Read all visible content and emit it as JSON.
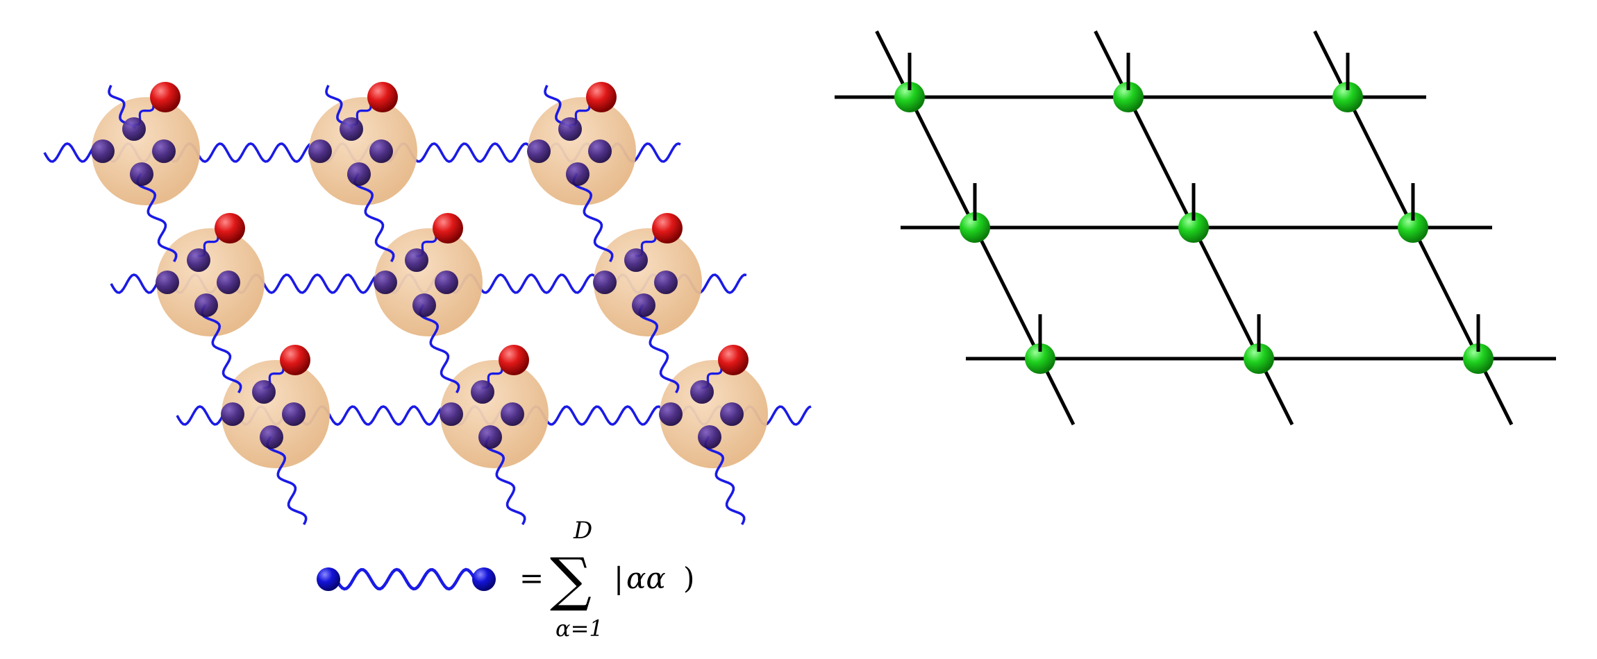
{
  "colors": {
    "bond_wave": "#1a1ae6",
    "site_sphere": "#f0cda6",
    "virtual_particle": "#3b1e78",
    "physical_particle": "#d10f0f",
    "tensor_node": "#19d019",
    "lattice_line": "#000000",
    "bond_endpoint": "#1414d9"
  },
  "icons": {
    "virtual_particle": "purple-sphere-icon",
    "physical_particle": "red-sphere-icon",
    "tensor_node": "green-sphere-icon",
    "bond_endpoint": "blue-sphere-icon"
  },
  "formula": {
    "equals": "=",
    "sum_symbol": "∑",
    "upper_limit": "D",
    "lower_limit": "α=1",
    "ket_open": "|",
    "ket_content": "αα",
    "ket_close": ")"
  }
}
